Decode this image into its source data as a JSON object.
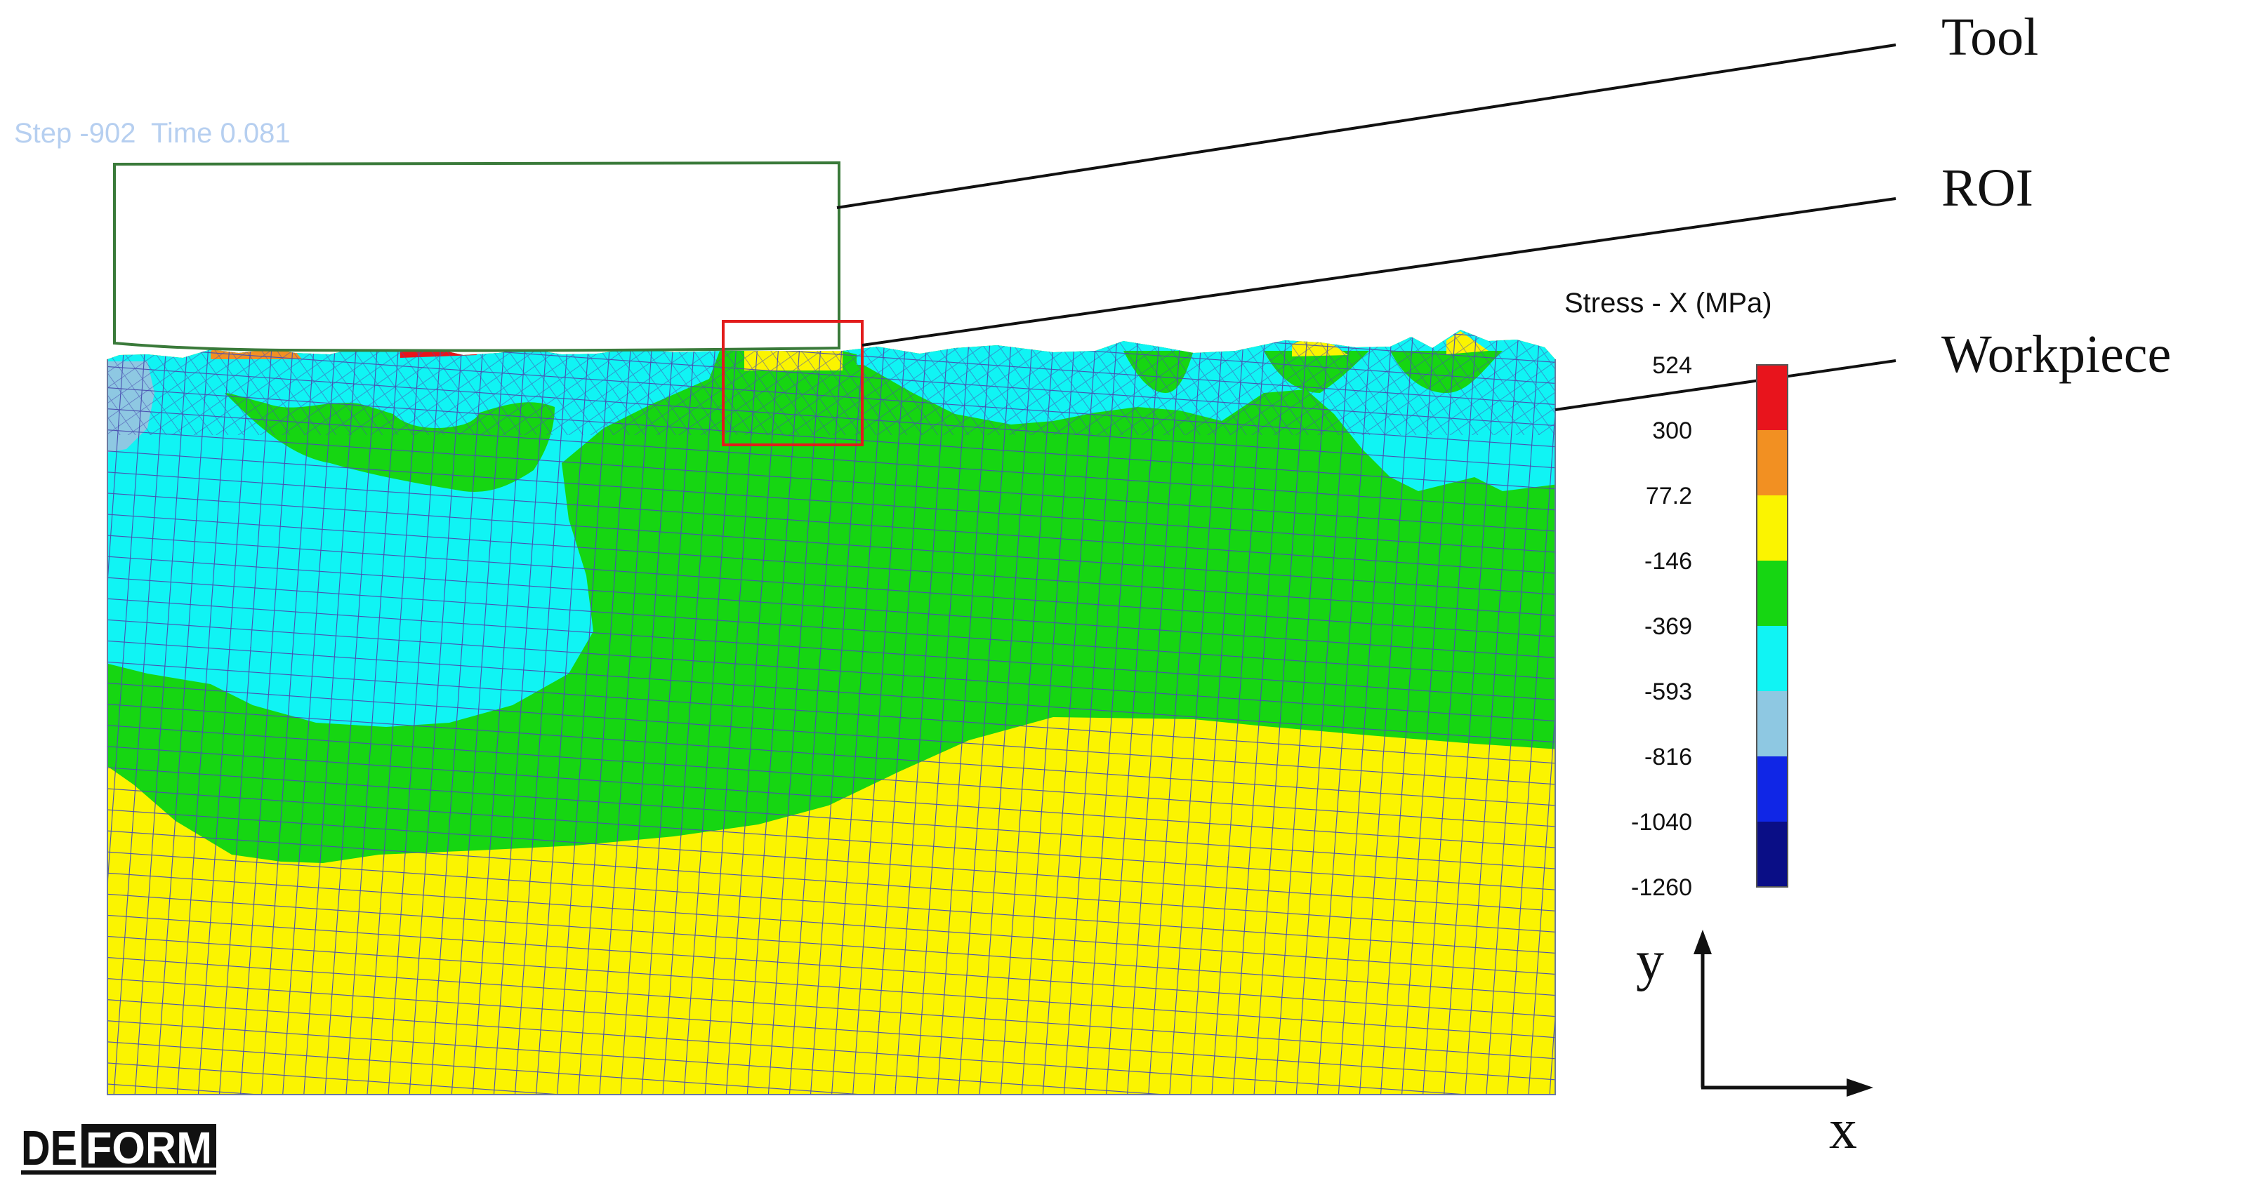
{
  "sim_header": {
    "step_label": "Step -902",
    "time_label": "Time 0.081"
  },
  "callouts": {
    "tool": "Tool",
    "roi": "ROI",
    "workpiece": "Workpiece"
  },
  "legend": {
    "title": "Stress - X (MPa)",
    "ticks": [
      "524",
      "300",
      "77.2",
      "-146",
      "-369",
      "-593",
      "-816",
      "-1040",
      "-1260"
    ],
    "band_colors": [
      "#e8141c",
      "#f29022",
      "#fbf400",
      "#16d612",
      "#10f4f4",
      "#8ec8e2",
      "#1026e6",
      "#0a0e86"
    ]
  },
  "axes": {
    "y_label": "y",
    "x_label": "x"
  },
  "logo": {
    "text": "DEFORM"
  },
  "colors": {
    "tool_outline": "#3a7a3a",
    "roi_box": "#e21b1b",
    "mesh_lines": "#4a4fb0",
    "stress_high": "#e8141c",
    "stress_yellow": "#fbf400",
    "stress_green": "#16d612",
    "stress_cyan": "#10f4f4",
    "stress_lightblue": "#8ec8e2"
  }
}
